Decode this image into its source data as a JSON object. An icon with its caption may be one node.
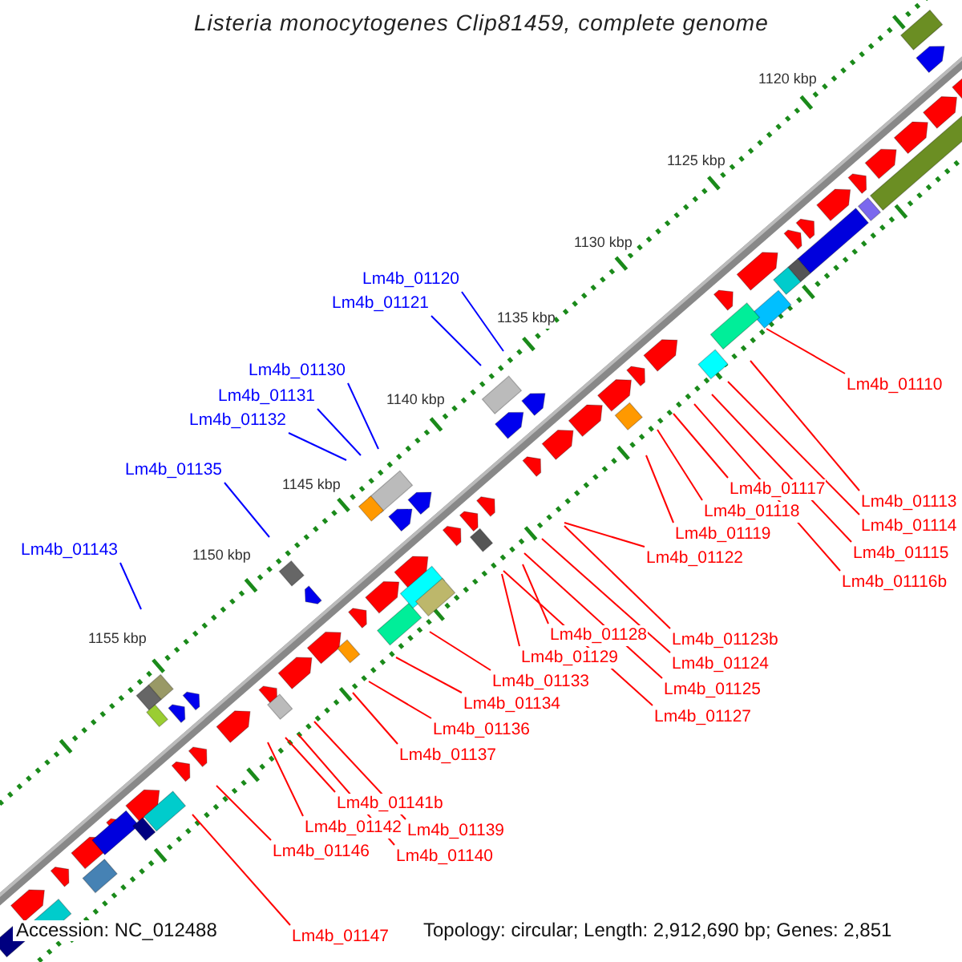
{
  "diagram": {
    "title": "Listeria monocytogenes Clip81459, complete genome",
    "nodes": [
      {
        "text": [
          "Lm4b_01120"
        ]
      },
      {
        "text": [
          "Lm4b_01121"
        ]
      },
      {
        "text": [
          "Lm4b_01130"
        ]
      },
      {
        "text": [
          "Lm4b_01131"
        ]
      },
      {
        "text": [
          "Lm4b_01132"
        ]
      },
      {
        "text": [
          "Lm4b_01135"
        ]
      },
      {
        "text": [
          "Lm4b_01143"
        ]
      },
      {
        "text": [
          "Lm4b_01110"
        ]
      },
      {
        "text": [
          "Lm4b_01113"
        ]
      },
      {
        "text": [
          "Lm4b_01114"
        ]
      },
      {
        "text": [
          "Lm4b_01115"
        ]
      },
      {
        "text": [
          "Lm4b_01116b"
        ]
      },
      {
        "text": [
          "Lm4b_01117"
        ]
      },
      {
        "text": [
          "Lm4b_01118"
        ]
      },
      {
        "text": [
          "Lm4b_01119"
        ]
      },
      {
        "text": [
          "Lm4b_01122"
        ]
      },
      {
        "text": [
          "Lm4b_01123b"
        ]
      },
      {
        "text": [
          "Lm4b_01124"
        ]
      },
      {
        "text": [
          "Lm4b_01125"
        ]
      },
      {
        "text": [
          "Lm4b_01127"
        ]
      },
      {
        "text": [
          "Lm4b_01128"
        ]
      },
      {
        "text": [
          "Lm4b_01129"
        ]
      },
      {
        "text": [
          "Lm4b_01133"
        ]
      },
      {
        "text": [
          "Lm4b_01134"
        ]
      },
      {
        "text": [
          "Lm4b_01136"
        ]
      },
      {
        "text": [
          "Lm4b_01137"
        ]
      },
      {
        "text": [
          "Lm4b_01141b"
        ]
      },
      {
        "text": [
          "Lm4b_01139"
        ]
      },
      {
        "text": [
          "Lm4b_01142"
        ]
      },
      {
        "text": [
          "Lm4b_01140"
        ]
      },
      {
        "text": [
          "Lm4b_01146"
        ]
      },
      {
        "text": [
          "Lm4b_01147"
        ]
      }
    ],
    "edges": [
      {
        "from": 0,
        "to": null,
        "arrow": "none",
        "color": "#0000ff"
      },
      {
        "from": 1,
        "to": null,
        "arrow": "none",
        "color": "#0000ff"
      },
      {
        "from": 2,
        "to": null,
        "arrow": "none",
        "color": "#0000ff"
      },
      {
        "from": 3,
        "to": null,
        "arrow": "none",
        "color": "#0000ff"
      },
      {
        "from": 4,
        "to": null,
        "arrow": "none",
        "color": "#0000ff"
      },
      {
        "from": 5,
        "to": null,
        "arrow": "none",
        "color": "#0000ff"
      },
      {
        "from": 6,
        "to": null,
        "arrow": "none",
        "color": "#0000ff"
      },
      {
        "from": 7,
        "to": null,
        "arrow": "none"
      },
      {
        "from": 8,
        "to": null,
        "arrow": "none"
      },
      {
        "from": 9,
        "to": null,
        "arrow": "none"
      },
      {
        "from": 10,
        "to": null,
        "arrow": "none"
      },
      {
        "from": 11,
        "to": null,
        "arrow": "none"
      },
      {
        "from": 12,
        "to": null,
        "arrow": "none"
      },
      {
        "from": 13,
        "to": null,
        "arrow": "none"
      },
      {
        "from": 14,
        "to": null,
        "arrow": "none"
      },
      {
        "from": 15,
        "to": null,
        "arrow": "none"
      },
      {
        "from": 16,
        "to": null,
        "arrow": "none"
      },
      {
        "from": 17,
        "to": null,
        "arrow": "none"
      },
      {
        "from": 18,
        "to": null,
        "arrow": "none"
      },
      {
        "from": 19,
        "to": null,
        "arrow": "none"
      },
      {
        "from": 20,
        "to": null,
        "arrow": "none"
      },
      {
        "from": 21,
        "to": null,
        "arrow": "none"
      },
      {
        "from": 22,
        "to": null,
        "arrow": "none"
      },
      {
        "from": 23,
        "to": null,
        "arrow": "none"
      },
      {
        "from": 24,
        "to": null,
        "arrow": "none"
      },
      {
        "from": 25,
        "to": null,
        "arrow": "none"
      },
      {
        "from": 26,
        "to": null,
        "arrow": "none"
      },
      {
        "from": 27,
        "to": null,
        "arrow": "none"
      },
      {
        "from": 28,
        "to": null,
        "arrow": "none"
      },
      {
        "from": 29,
        "to": null,
        "arrow": "none"
      },
      {
        "from": 30,
        "to": null,
        "arrow": "none"
      },
      {
        "from": 31,
        "to": null,
        "arrow": "none"
      }
    ],
    "labels": [
      "1120 kbp",
      "1125 kbp",
      "1130 kbp",
      "1135 kbp",
      "1140 kbp",
      "1145 kbp",
      "1150 kbp",
      "1155 kbp",
      "Accession: NC_012488",
      "Topology: circular; Length: 2,912,690 bp; Genes: 2,851"
    ]
  }
}
